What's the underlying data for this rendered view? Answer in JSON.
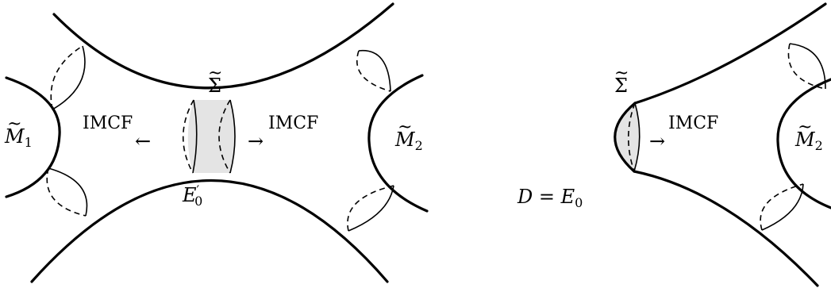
{
  "left_panel": {
    "m1_label": "M",
    "m1_sub": "1",
    "m2_label": "M",
    "m2_sub": "2",
    "sigma_label": "Σ",
    "imcf_left": "IMCF",
    "imcf_right": "IMCF",
    "arrow_left": "←",
    "arrow_right": "→",
    "e0_label": "E",
    "e0_sub": "0",
    "e0_prime": "′"
  },
  "right_panel": {
    "sigma_label": "Σ",
    "imcf": "IMCF",
    "arrow_right": "→",
    "m2_label": "M",
    "m2_sub": "2",
    "d_label": "D = E",
    "d_sub": "0"
  },
  "tilde": "~",
  "colors": {
    "stroke": "#000000",
    "shade": "#e4e4e4"
  }
}
